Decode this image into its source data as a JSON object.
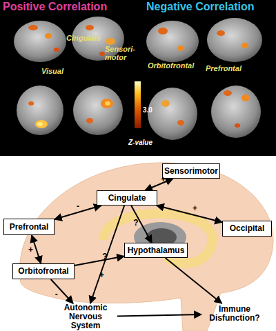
{
  "diagram": {
    "nodes": [
      {
        "text": [
          "Sensorimotor"
        ]
      },
      {
        "text": [
          "Cingulate"
        ]
      },
      {
        "text": [
          "Occipital"
        ]
      },
      {
        "text": [
          "Prefrontal"
        ]
      },
      {
        "text": [
          "Hypothalamus"
        ]
      },
      {
        "text": [
          "Orbitofrontal"
        ]
      },
      {
        "text": [
          "Autonomic Nervous System"
        ]
      },
      {
        "text": [
          "Immune Disfunction?"
        ]
      }
    ],
    "edges": [
      {
        "from": 1,
        "to": 0,
        "arrow": "both",
        "label": "+"
      },
      {
        "from": 1,
        "to": 2,
        "arrow": "both",
        "label": "+"
      },
      {
        "from": 3,
        "to": 1,
        "arrow": "both",
        "label": "-"
      },
      {
        "from": 3,
        "to": 5,
        "arrow": "both",
        "label": "+"
      },
      {
        "from": 1,
        "to": 4,
        "arrow": "to",
        "label": "?"
      },
      {
        "from": 5,
        "to": 4,
        "arrow": "to",
        "label": "?"
      },
      {
        "from": 1,
        "to": 6,
        "arrow": "to",
        "label": "+"
      },
      {
        "from": 5,
        "to": 6,
        "arrow": "to",
        "label": "-"
      },
      {
        "from": 4,
        "to": 7,
        "arrow": "to"
      },
      {
        "from": 6,
        "to": 7,
        "arrow": "to"
      }
    ],
    "labels": [
      "Positive Correlation",
      "Negative Correlation",
      "Cingulate",
      "Sensori-motor",
      "Visual",
      "Orbitofrontal",
      "Prefrontal",
      "3.0",
      "Z-value"
    ]
  }
}
